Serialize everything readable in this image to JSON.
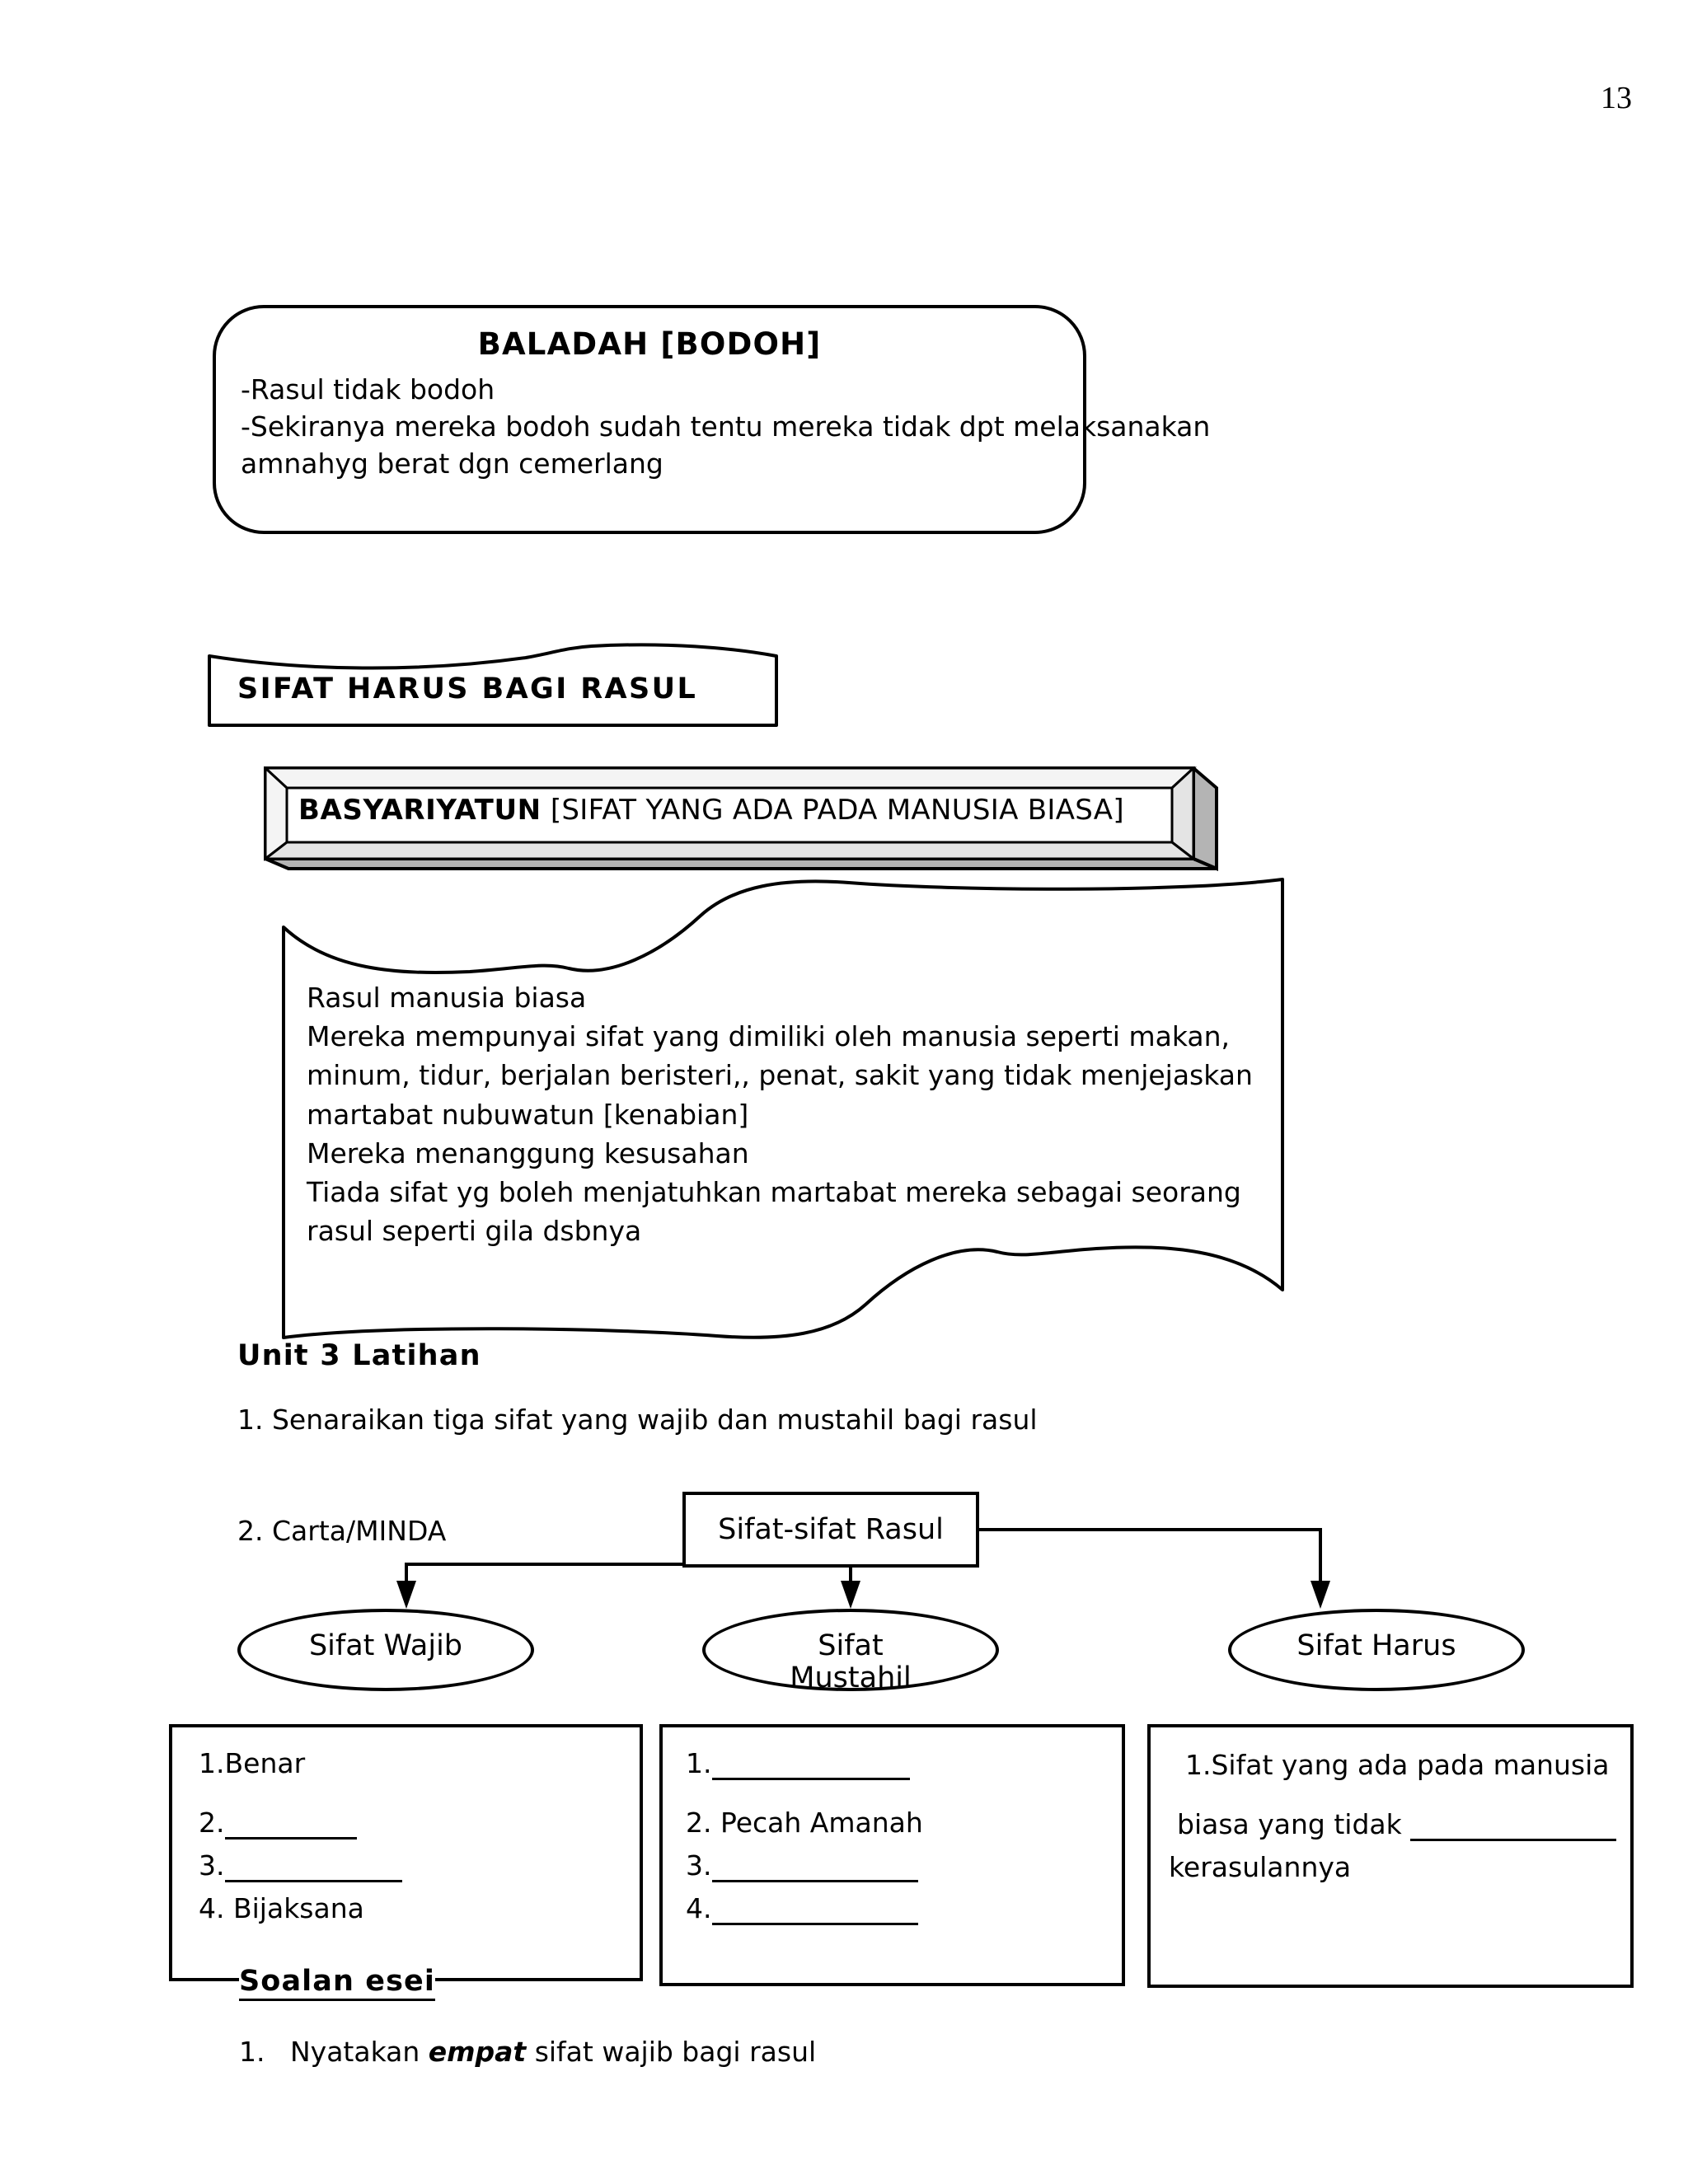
{
  "page": {
    "number": "13"
  },
  "baladah_box": {
    "title": "BALADAH [BODOH]",
    "lines": [
      "-Rasul tidak bodoh",
      "-Sekiranya mereka bodoh sudah tentu mereka tidak dpt melaksanakan",
      "amnahyg berat dgn cemerlang"
    ]
  },
  "banner": {
    "label": "SIFAT HARUS  BAGI RASUL"
  },
  "bevel_box": {
    "term": "BASYARIYATUN",
    "gloss": " [SIFAT YANG ADA PADA MANUSIA BIASA]"
  },
  "wave_box": {
    "lines": [
      "Rasul manusia biasa",
      "Mereka mempunyai sifat yang dimiliki oleh manusia seperti makan,",
      "minum, tidur, berjalan beristeri,, penat, sakit yang tidak menjejaskan",
      "martabat nubuwatun [kenabian]",
      "Mereka menanggung kesusahan",
      "Tiada sifat yg boleh menjatuhkan martabat mereka sebagai seorang",
      "rasul seperti gila dsbnya"
    ]
  },
  "exercise": {
    "heading": "Unit 3 Latihan",
    "question_1": "1. Senaraikan tiga sifat yang wajib dan mustahil bagi rasul",
    "question_2_label": "2. Carta/MINDA"
  },
  "chart_data": {
    "type": "diagram",
    "root": "Sifat-sifat Rasul",
    "nodes": [
      {
        "id": "wajib",
        "label": "Sifat Wajib",
        "label_line1": "Sifat Wajib",
        "label_line2": ""
      },
      {
        "id": "mustahil",
        "label": "Sifat Mustahil",
        "label_line1": "Sifat",
        "label_line2": "Mustahil"
      },
      {
        "id": "harus",
        "label": "Sifat Harus",
        "label_line1": "Sifat Harus",
        "label_line2": ""
      }
    ],
    "answer_boxes": [
      {
        "for": "wajib",
        "items": [
          {
            "num": "1.",
            "text": "Benar",
            "blank": false
          },
          {
            "num": "2.",
            "text": "",
            "blank": true
          },
          {
            "num": "3.",
            "text": "",
            "blank": true
          },
          {
            "num": "4.",
            "text": " Bijaksana",
            "blank": false
          }
        ]
      },
      {
        "for": "mustahil",
        "items": [
          {
            "num": "1.",
            "text": "",
            "blank": true
          },
          {
            "num": "2.",
            "text": " Pecah Amanah",
            "blank": false
          },
          {
            "num": "3.",
            "text": "",
            "blank": true
          },
          {
            "num": "4.",
            "text": "",
            "blank": true
          }
        ]
      },
      {
        "for": "harus",
        "line1": "1.Sifat yang ada pada manusia",
        "line2_before": "biasa yang tidak ",
        "line2_after": "",
        "line3": "kerasulannya"
      }
    ]
  },
  "essay": {
    "heading": "Soalan esei",
    "number": "1.",
    "before": "Nyatakan ",
    "emphasis": "empat",
    "after": " sifat wajib bagi rasul"
  },
  "colors": {
    "stroke": "#000000",
    "bevel_shadow": "#b4b4b4",
    "bevel_face": "#f2f2f2",
    "background": "#ffffff"
  }
}
